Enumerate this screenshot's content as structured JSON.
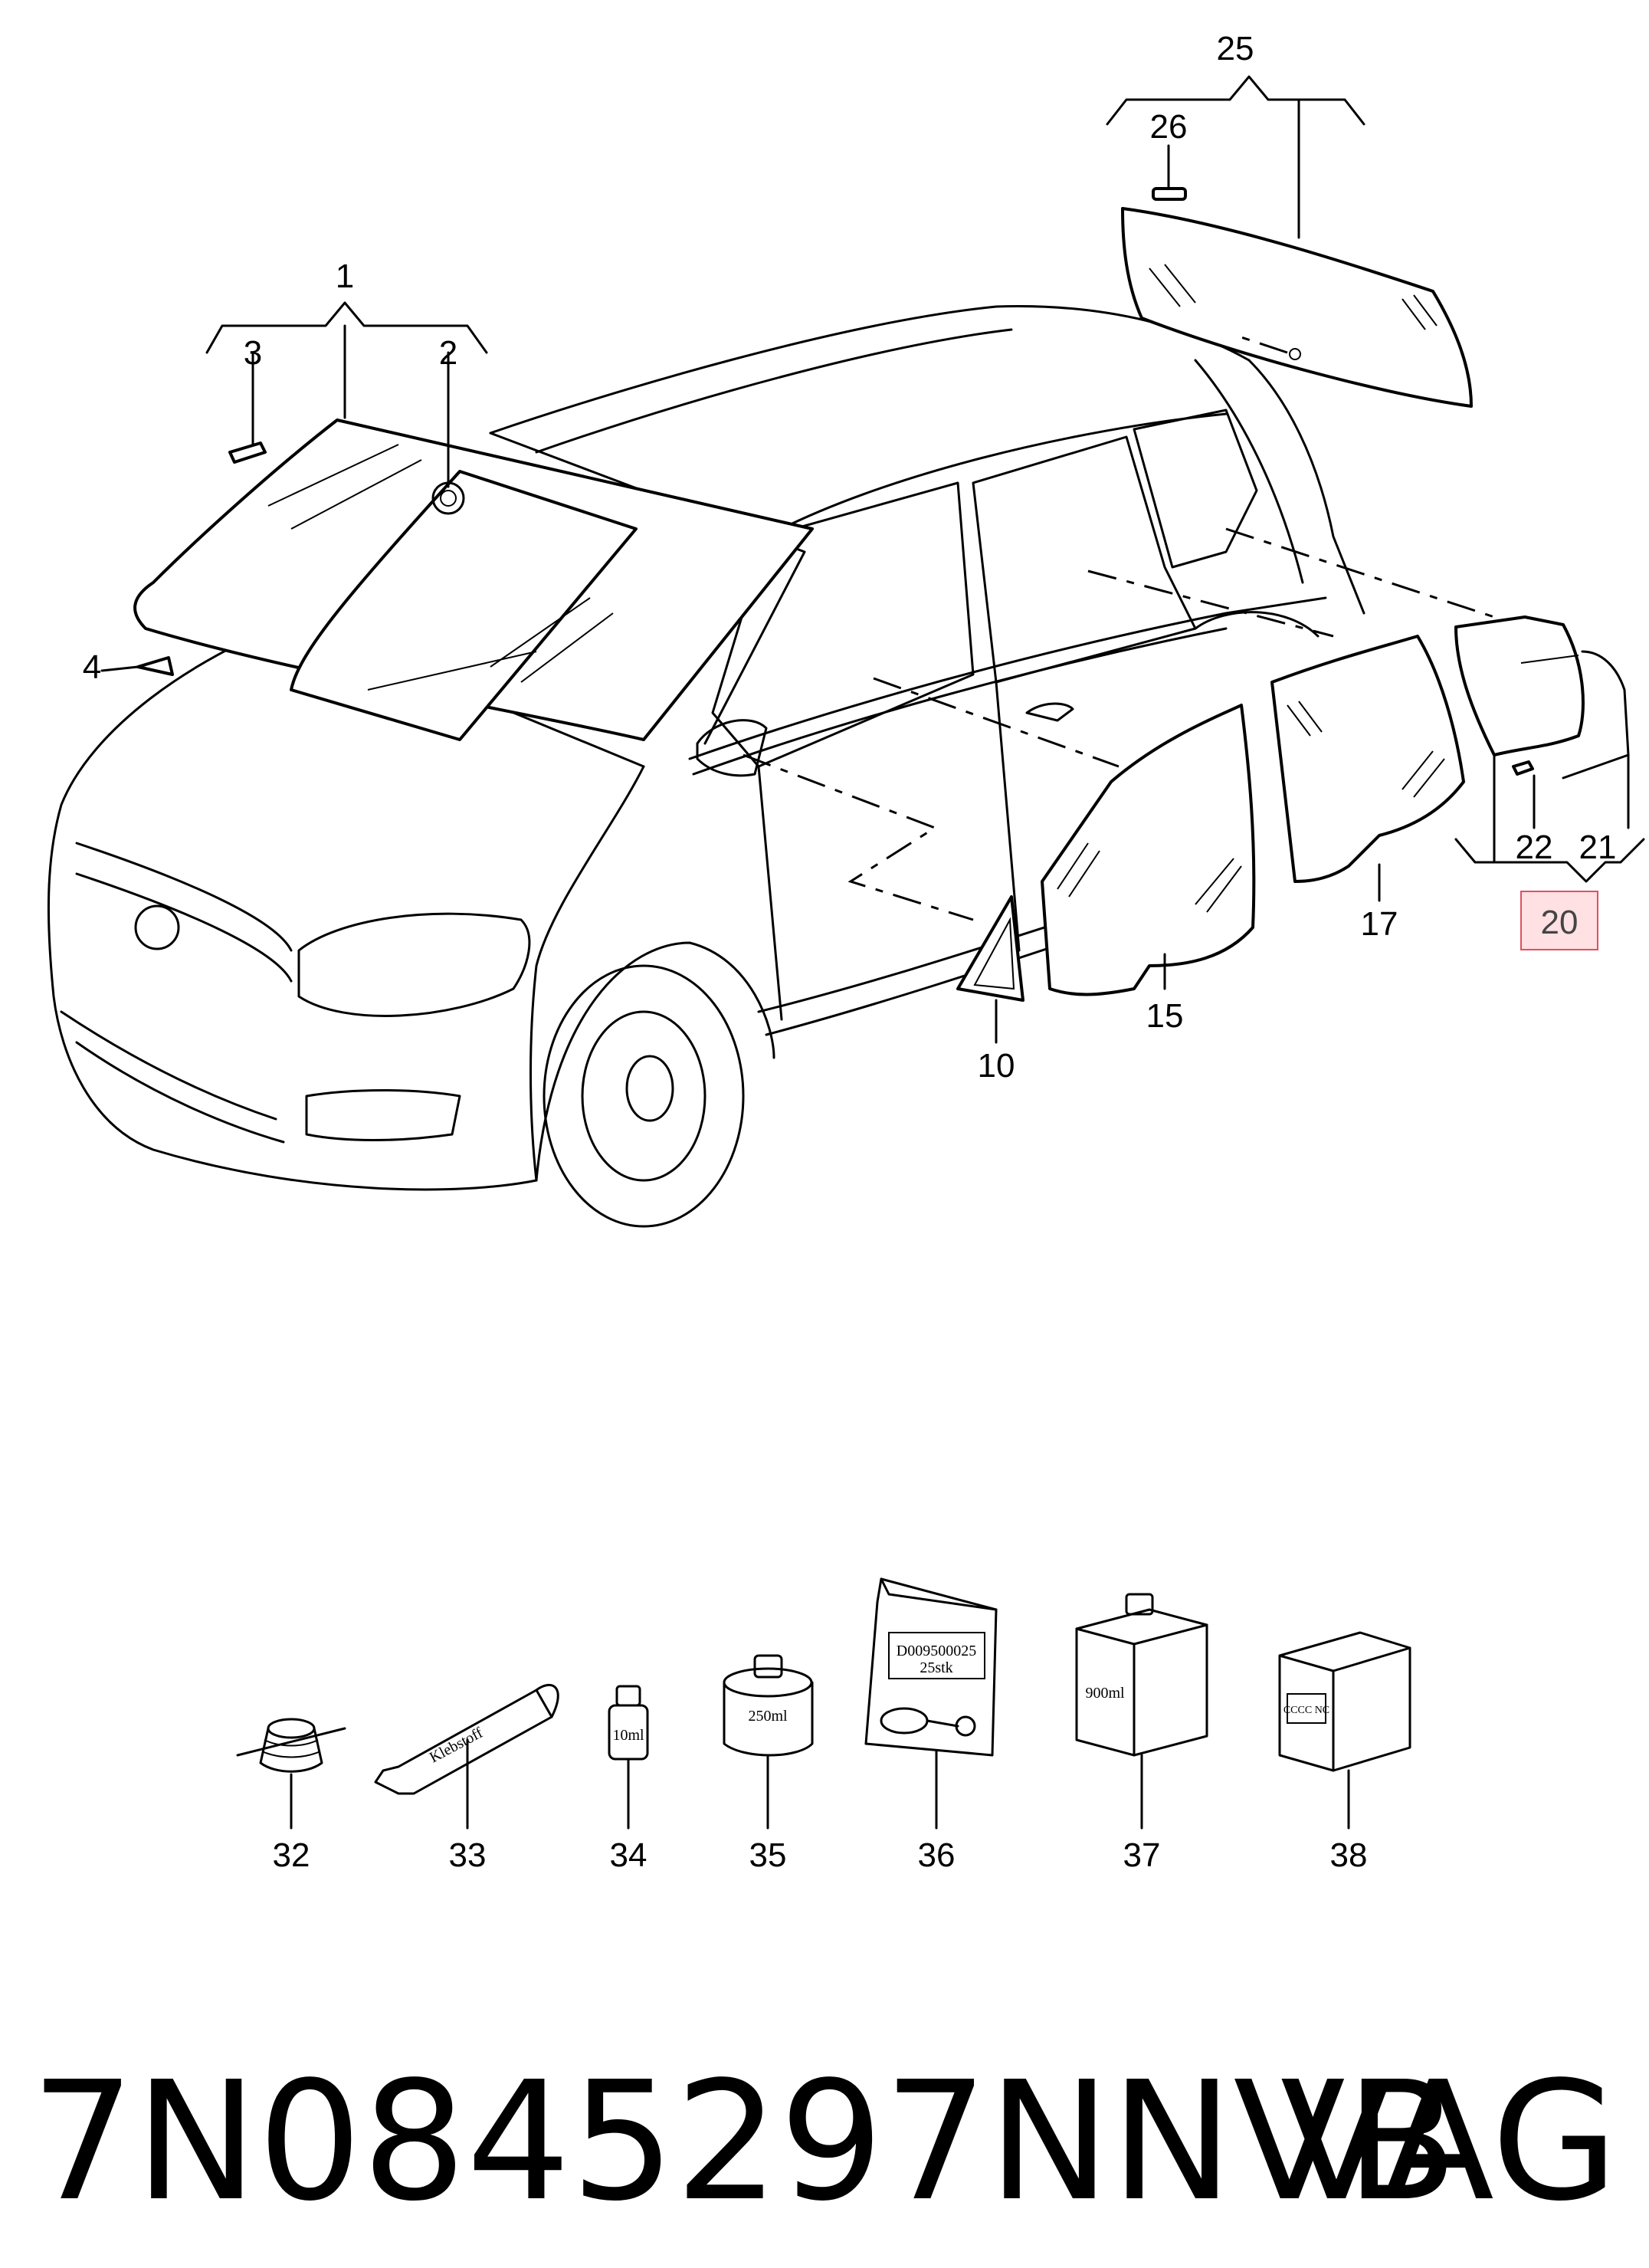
{
  "callouts": {
    "c1": "1",
    "c2": "2",
    "c3": "3",
    "c4": "4",
    "c10": "10",
    "c15": "15",
    "c17": "17",
    "c20": "20",
    "c21": "21",
    "c22": "22",
    "c25": "25",
    "c26": "26",
    "c32": "32",
    "c33": "33",
    "c34": "34",
    "c35": "35",
    "c36": "36",
    "c37": "37",
    "c38": "38"
  },
  "highlighted_callout": "20",
  "highlight_color": "#ffe0e3",
  "highlight_border": "#e05060",
  "packages": {
    "tube_label": "Klebstoff",
    "bottle_small": "10ml",
    "can_label": "250ml",
    "bag_code": "D009500025",
    "bag_qty": "25stk",
    "bottle_large": "900ml",
    "box_mark": "CCCC NC"
  },
  "footer": {
    "part_number": "7N0845297NNVB",
    "brand": "VAG"
  }
}
